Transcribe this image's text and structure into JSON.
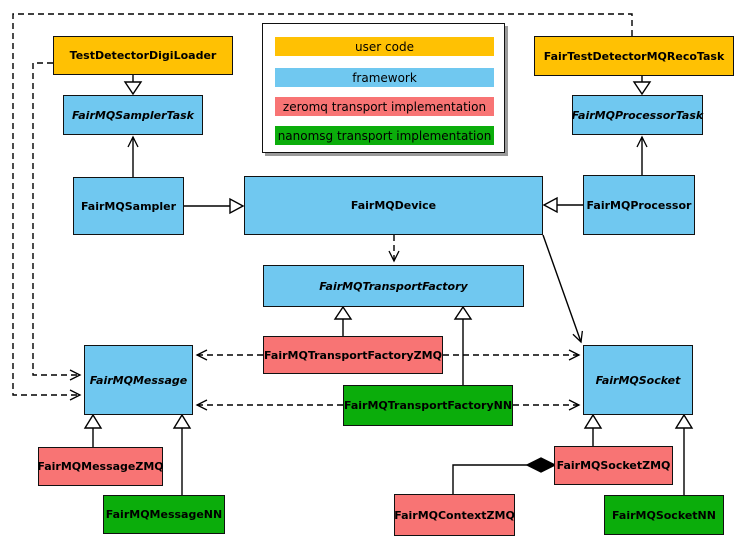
{
  "diagram": {
    "kind": "UML class diagram",
    "subject": "FairMQ framework class relationships"
  },
  "colors": {
    "user_code": "#FFC103",
    "framework": "#70C8F0",
    "zeromq": "#F87474",
    "nanomsg": "#0BAD0B",
    "connector": "#000000",
    "legend_shadow": "#9A9A9A"
  },
  "legend": {
    "items": [
      {
        "id": "user-code",
        "label": "user code",
        "color": "#FFC103"
      },
      {
        "id": "framework",
        "label": "framework",
        "color": "#70C8F0"
      },
      {
        "id": "zeromq",
        "label": "zeromq transport implementation",
        "color": "#F87474"
      },
      {
        "id": "nanomsg",
        "label": "nanomsg transport implementation",
        "color": "#0BAD0B"
      }
    ]
  },
  "nodes": {
    "test_detector_digi_loader": {
      "label": "TestDetectorDigiLoader",
      "category": "user code",
      "abstract": false
    },
    "fair_test_detector_mq_reco_task": {
      "label": "FairTestDetectorMQRecoTask",
      "category": "user code",
      "abstract": false
    },
    "fairmq_sampler_task": {
      "label": "FairMQSamplerTask",
      "category": "framework",
      "abstract": true
    },
    "fairmq_processor_task": {
      "label": "FairMQProcessorTask",
      "category": "framework",
      "abstract": true
    },
    "fairmq_sampler": {
      "label": "FairMQSampler",
      "category": "framework",
      "abstract": false
    },
    "fairmq_device": {
      "label": "FairMQDevice",
      "category": "framework",
      "abstract": false
    },
    "fairmq_processor": {
      "label": "FairMQProcessor",
      "category": "framework",
      "abstract": false
    },
    "fairmq_transport_factory": {
      "label": "FairMQTransportFactory",
      "category": "framework",
      "abstract": true
    },
    "fairmq_transport_factory_zmq": {
      "label": "FairMQTransportFactoryZMQ",
      "category": "zeromq",
      "abstract": false
    },
    "fairmq_transport_factory_nn": {
      "label": "FairMQTransportFactoryNN",
      "category": "nanomsg",
      "abstract": false
    },
    "fairmq_message": {
      "label": "FairMQMessage",
      "category": "framework",
      "abstract": true
    },
    "fairmq_socket": {
      "label": "FairMQSocket",
      "category": "framework",
      "abstract": true
    },
    "fairmq_message_zmq": {
      "label": "FairMQMessageZMQ",
      "category": "zeromq",
      "abstract": false
    },
    "fairmq_message_nn": {
      "label": "FairMQMessageNN",
      "category": "nanomsg",
      "abstract": false
    },
    "fairmq_context_zmq": {
      "label": "FairMQContextZMQ",
      "category": "zeromq",
      "abstract": false
    },
    "fairmq_socket_zmq": {
      "label": "FairMQSocketZMQ",
      "category": "zeromq",
      "abstract": false
    },
    "fairmq_socket_nn": {
      "label": "FairMQSocketNN",
      "category": "nanomsg",
      "abstract": false
    }
  },
  "edges": [
    {
      "from": "TestDetectorDigiLoader",
      "to": "FairMQSamplerTask",
      "type": "inheritance"
    },
    {
      "from": "FairTestDetectorMQRecoTask",
      "to": "FairMQProcessorTask",
      "type": "inheritance"
    },
    {
      "from": "FairMQSampler",
      "to": "FairMQDevice",
      "type": "inheritance"
    },
    {
      "from": "FairMQProcessor",
      "to": "FairMQDevice",
      "type": "inheritance"
    },
    {
      "from": "FairMQTransportFactoryZMQ",
      "to": "FairMQTransportFactory",
      "type": "inheritance"
    },
    {
      "from": "FairMQTransportFactoryNN",
      "to": "FairMQTransportFactory",
      "type": "inheritance"
    },
    {
      "from": "FairMQMessageZMQ",
      "to": "FairMQMessage",
      "type": "inheritance"
    },
    {
      "from": "FairMQMessageNN",
      "to": "FairMQMessage",
      "type": "inheritance"
    },
    {
      "from": "FairMQSocketZMQ",
      "to": "FairMQSocket",
      "type": "inheritance"
    },
    {
      "from": "FairMQSocketNN",
      "to": "FairMQSocket",
      "type": "inheritance"
    },
    {
      "from": "FairMQSampler",
      "to": "FairMQSamplerTask",
      "type": "association"
    },
    {
      "from": "FairMQProcessor",
      "to": "FairMQProcessorTask",
      "type": "association"
    },
    {
      "from": "FairMQDevice",
      "to": "FairMQSocket",
      "type": "association"
    },
    {
      "from": "FairMQDevice",
      "to": "FairMQTransportFactory",
      "type": "dependency"
    },
    {
      "from": "FairTestDetectorMQRecoTask",
      "to": "FairMQMessage",
      "type": "dependency"
    },
    {
      "from": "TestDetectorDigiLoader",
      "to": "FairMQMessage",
      "type": "dependency"
    },
    {
      "from": "FairMQTransportFactoryZMQ",
      "to": "FairMQMessage",
      "type": "dependency"
    },
    {
      "from": "FairMQTransportFactoryZMQ",
      "to": "FairMQSocket",
      "type": "dependency"
    },
    {
      "from": "FairMQTransportFactoryNN",
      "to": "FairMQMessage",
      "type": "dependency"
    },
    {
      "from": "FairMQTransportFactoryNN",
      "to": "FairMQSocket",
      "type": "dependency"
    },
    {
      "from": "FairMQContextZMQ",
      "to": "FairMQSocketZMQ",
      "type": "composition"
    }
  ]
}
